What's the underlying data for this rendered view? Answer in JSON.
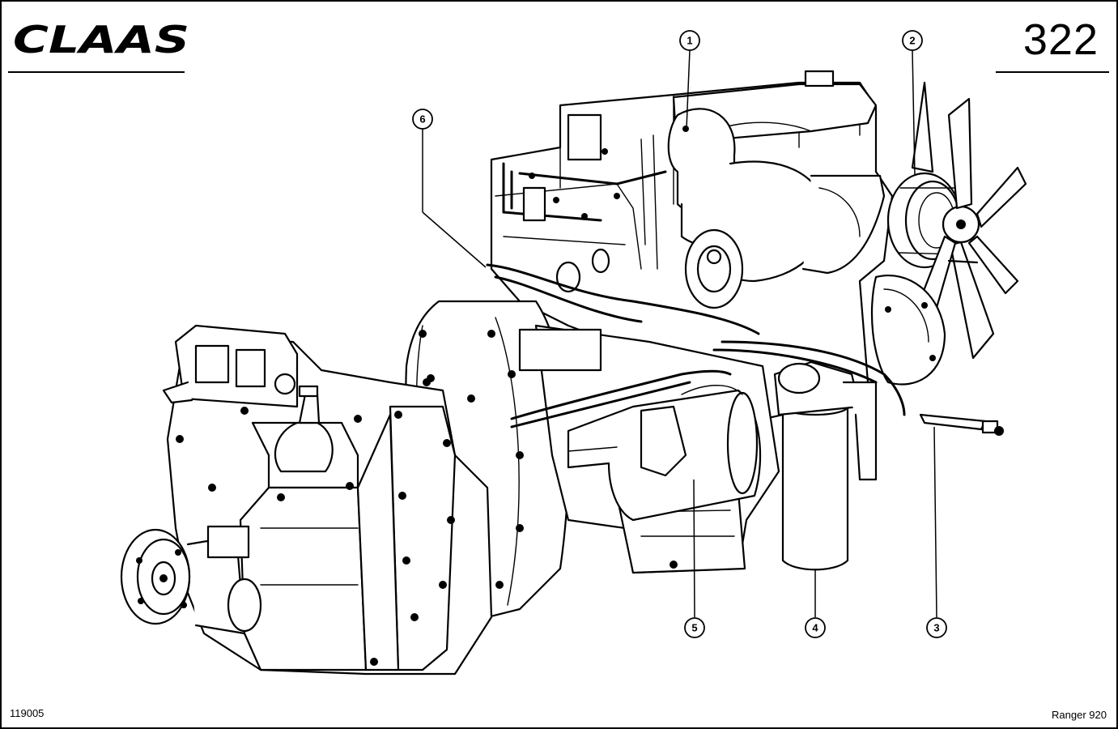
{
  "header": {
    "brand": "CLAAS",
    "page_number": "322"
  },
  "footer": {
    "drawing_number": "119005",
    "model": "Ranger 920"
  },
  "callouts": [
    {
      "label": "1"
    },
    {
      "label": "2"
    },
    {
      "label": "3"
    },
    {
      "label": "4"
    },
    {
      "label": "5"
    },
    {
      "label": "6"
    }
  ],
  "colors": {
    "ink": "#000000",
    "paper": "#ffffff"
  }
}
